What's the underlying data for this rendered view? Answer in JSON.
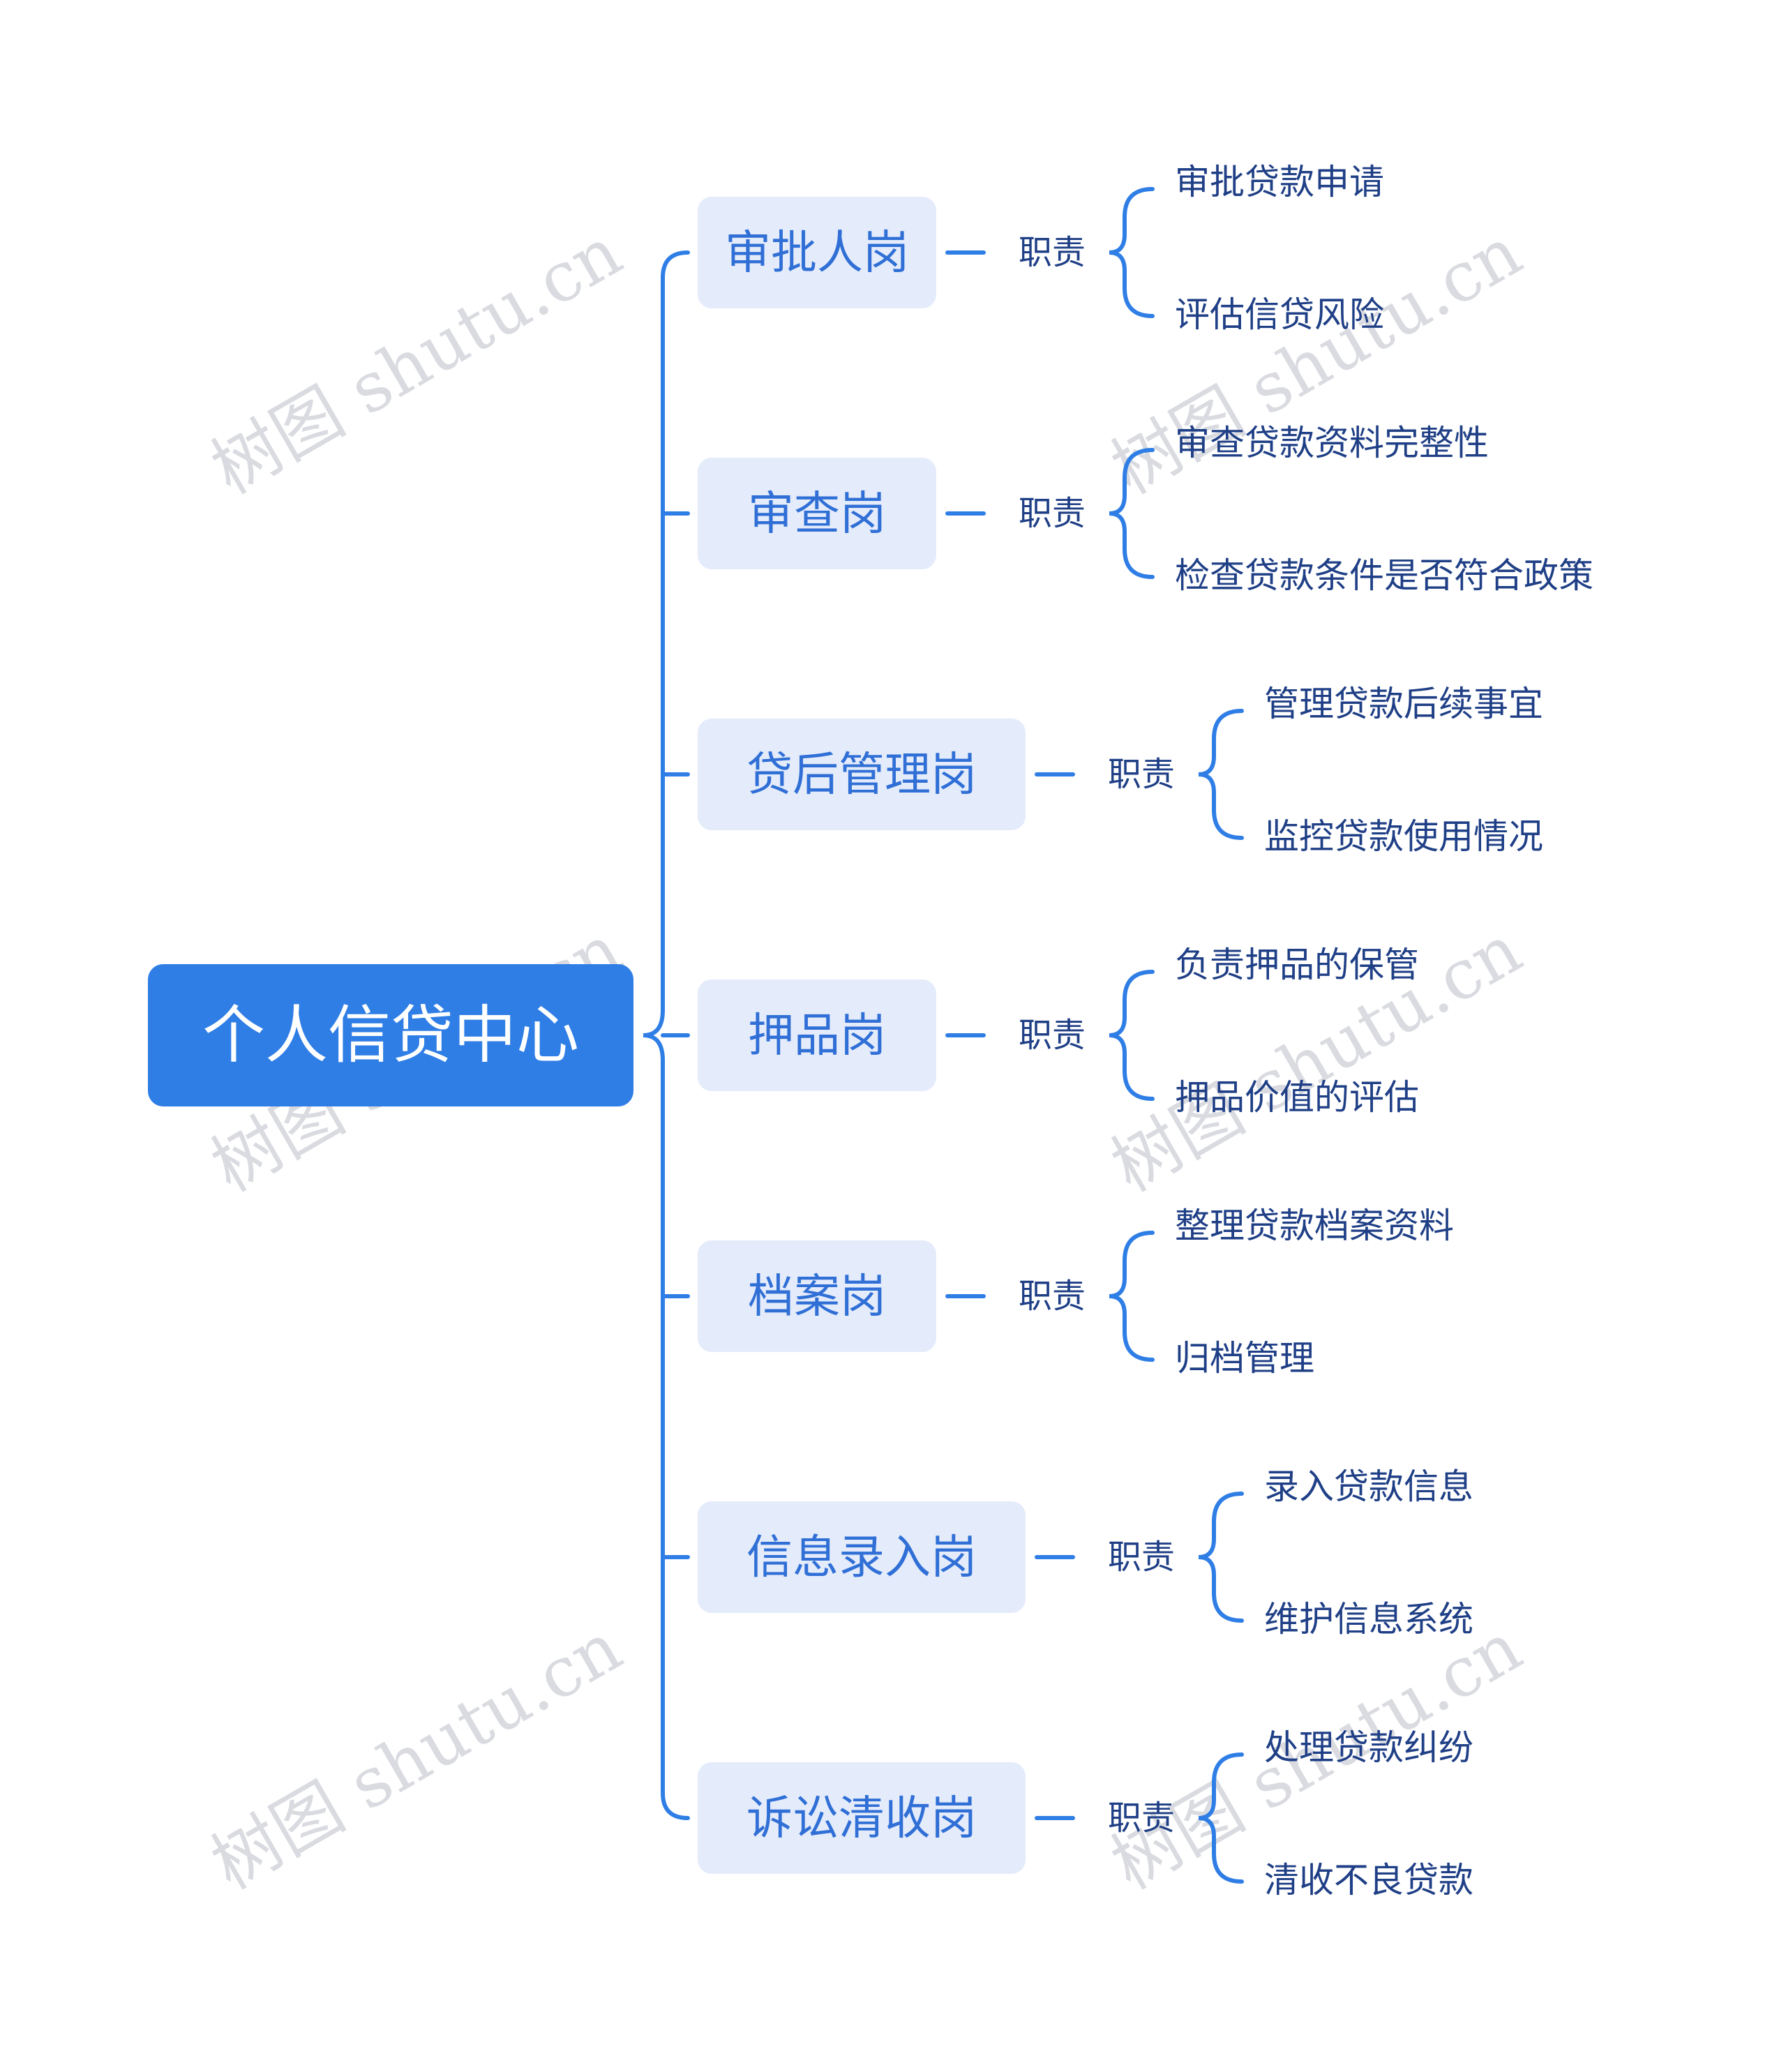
{
  "root": {
    "label": "个人信贷中心",
    "color": "#2f7ee6"
  },
  "colors": {
    "line": "#2f7ee6",
    "branch_bg": "#e4ebfb",
    "branch_text": "#2f6fd6",
    "leaf_text": "#1f3f86"
  },
  "branches": [
    {
      "label": "审批人岗",
      "duty_label": "职责",
      "leaves": [
        "审批贷款申请",
        "评估信贷风险"
      ]
    },
    {
      "label": "审查岗",
      "duty_label": "职责",
      "leaves": [
        "审查贷款资料完整性",
        "检查贷款条件是否符合政策"
      ]
    },
    {
      "label": "贷后管理岗",
      "duty_label": "职责",
      "leaves": [
        "管理贷款后续事宜",
        "监控贷款使用情况"
      ]
    },
    {
      "label": "押品岗",
      "duty_label": "职责",
      "leaves": [
        "负责押品的保管",
        "押品价值的评估"
      ]
    },
    {
      "label": "档案岗",
      "duty_label": "职责",
      "leaves": [
        "整理贷款档案资料",
        "归档管理"
      ]
    },
    {
      "label": "信息录入岗",
      "duty_label": "职责",
      "leaves": [
        "录入贷款信息",
        "维护信息系统"
      ]
    },
    {
      "label": "诉讼清收岗",
      "duty_label": "职责",
      "leaves": [
        "处理贷款纠纷",
        "清收不良贷款"
      ]
    }
  ],
  "watermark": "树图 shutu.cn"
}
